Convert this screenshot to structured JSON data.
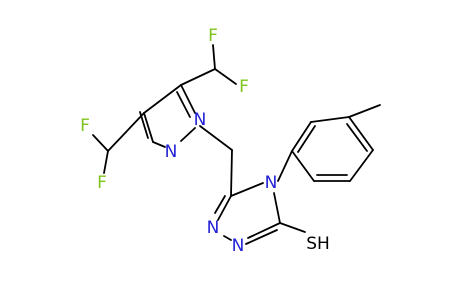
{
  "molecule": {
    "atoms": [
      {
        "id": "F1",
        "label": "F",
        "color": "#7fc41c"
      },
      {
        "id": "F2",
        "label": "F",
        "color": "#7fc41c"
      },
      {
        "id": "F3",
        "label": "F",
        "color": "#7fc41c"
      },
      {
        "id": "F4",
        "label": "F",
        "color": "#7fc41c"
      },
      {
        "id": "N1",
        "label": "N",
        "color": "#1f1fd6"
      },
      {
        "id": "N2",
        "label": "N",
        "color": "#1f1fd6"
      },
      {
        "id": "N3",
        "label": "N",
        "color": "#1f1fd6"
      },
      {
        "id": "N4",
        "label": "N",
        "color": "#1f1fd6"
      },
      {
        "id": "N5",
        "label": "N",
        "color": "#1f1fd6"
      },
      {
        "id": "SH",
        "label": "SH",
        "color": "#000000"
      }
    ],
    "bond_color": "#000000"
  }
}
